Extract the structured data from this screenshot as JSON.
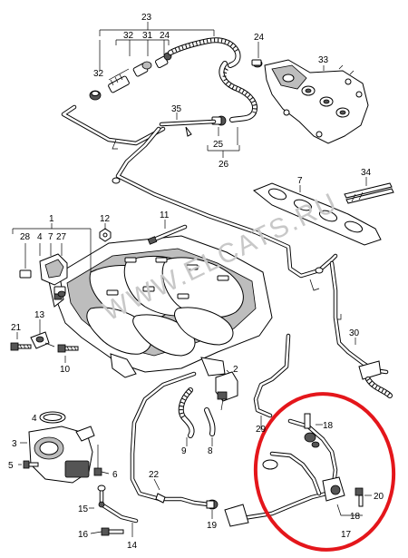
{
  "diagram": {
    "watermark": "WWW.ELCATS.RU",
    "highlight_color": "#e4161b",
    "callouts": {
      "c1": "1",
      "c2": "2",
      "c3": "3",
      "c4": "4",
      "c5": "5",
      "c6": "6",
      "c7": "7",
      "c8": "8",
      "c9": "9",
      "c10": "10",
      "c11": "11",
      "c12": "12",
      "c13": "13",
      "c14": "14",
      "c15": "15",
      "c16": "16",
      "c17": "17",
      "c18a": "18",
      "c18b": "18",
      "c19": "19",
      "c20": "20",
      "c21": "21",
      "c22": "22",
      "c23": "23",
      "c24a": "24",
      "c24b": "24",
      "c25": "25",
      "c26": "26",
      "c27": "27",
      "c28": "28",
      "c29": "29",
      "c30": "30",
      "c31": "31",
      "c32a": "32",
      "c32b": "32",
      "c33": "33",
      "c34": "34",
      "c35": "35",
      "c4b": "4",
      "c7b": "7"
    }
  }
}
